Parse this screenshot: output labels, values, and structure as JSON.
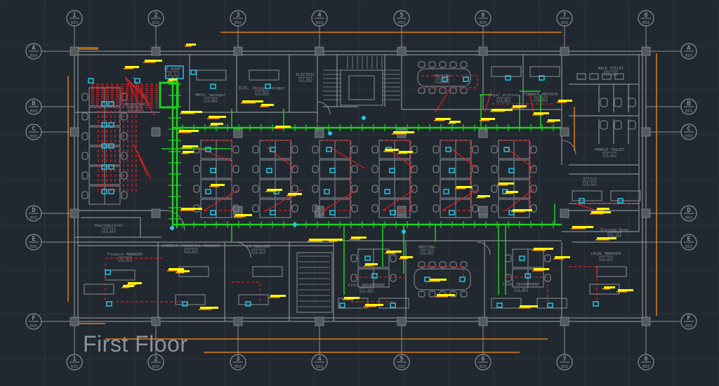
{
  "drawing": {
    "title": "First Floor",
    "background_color": "#212830",
    "colors": {
      "wall": "#8a8f96",
      "grid_line": "#2b333d",
      "axis_bubble": "#8a8f96",
      "conduit_green": "#1fd11f",
      "circuit_red": "#e0201e",
      "tag_yellow": "#ffff00",
      "tag_orange": "#ff9a1f",
      "device_cyan": "#29c5e6",
      "dimension_orange": "#e07f12"
    }
  },
  "column_axes": [
    {
      "id": "1",
      "sheet": "ED3"
    },
    {
      "id": "2",
      "sheet": "ED3"
    },
    {
      "id": "3",
      "sheet": "ED3"
    },
    {
      "id": "4",
      "sheet": "ED3"
    },
    {
      "id": "5",
      "sheet": "ED3"
    },
    {
      "id": "6",
      "sheet": "ED3"
    },
    {
      "id": "7",
      "sheet": "ED3"
    },
    {
      "id": "8",
      "sheet": "ED3"
    }
  ],
  "row_axes": [
    {
      "id": "A",
      "sheet": "ED3"
    },
    {
      "id": "B",
      "sheet": "ED3"
    },
    {
      "id": "C",
      "sheet": "ED3"
    },
    {
      "id": "D",
      "sheet": "ED3"
    },
    {
      "id": "E",
      "sheet": "ED3"
    },
    {
      "id": "F",
      "sheet": "ED3"
    }
  ],
  "rooms": [
    {
      "key": "it_room",
      "name": "IT ROOM",
      "tag": "F1 1"
    },
    {
      "key": "reception",
      "name": "Reception",
      "tag": "F1 01"
    },
    {
      "key": "mech_manager",
      "name": "MECH. manager",
      "tag": "F1 03"
    },
    {
      "key": "elec_manager",
      "name": "ELEC. Design manager",
      "tag": "F1 04"
    },
    {
      "key": "electric",
      "name": "ELECTRIC",
      "tag": "F1 05"
    },
    {
      "key": "meeting_top",
      "name": "MEETING",
      "tag": "F1 07"
    },
    {
      "key": "legal_archive",
      "name": "Legal archive",
      "tag": "F1 08"
    },
    {
      "key": "finance_archive",
      "name": "FINANCE ARCHIVE",
      "tag": "F1 09"
    },
    {
      "key": "male_toilet",
      "name": "MALE TOILET",
      "tag": "F1 10"
    },
    {
      "key": "female_toilet",
      "name": "FEMALE TOILET",
      "tag": "F1 11"
    },
    {
      "key": "office",
      "name": "office",
      "tag": "F1 12"
    },
    {
      "key": "storage",
      "name": "Storage Room",
      "tag": "F1 13"
    },
    {
      "key": "reproduction",
      "name": "Reproduction",
      "tag": "F1 14"
    },
    {
      "key": "finance_manager",
      "name": "Finance MANAGER",
      "tag": "F1 15"
    },
    {
      "key": "chinese_manager",
      "name": "CHINESE FINANCIAL MANAGER",
      "tag": "F1 16"
    },
    {
      "key": "pm_manager",
      "name": "PM MANAGER",
      "tag": "F1 17"
    },
    {
      "key": "civil_department",
      "name": "CIVIL DEPARTMENT",
      "tag": "F1 18"
    },
    {
      "key": "meeting_bottom",
      "name": "MEETING",
      "tag": "F1 19"
    },
    {
      "key": "legal_department",
      "name": "LEGAL DEPARTMENT",
      "tag": "F1 20"
    },
    {
      "key": "legal_manager",
      "name": "LEGAL MANAGER",
      "tag": "F1 21"
    }
  ]
}
